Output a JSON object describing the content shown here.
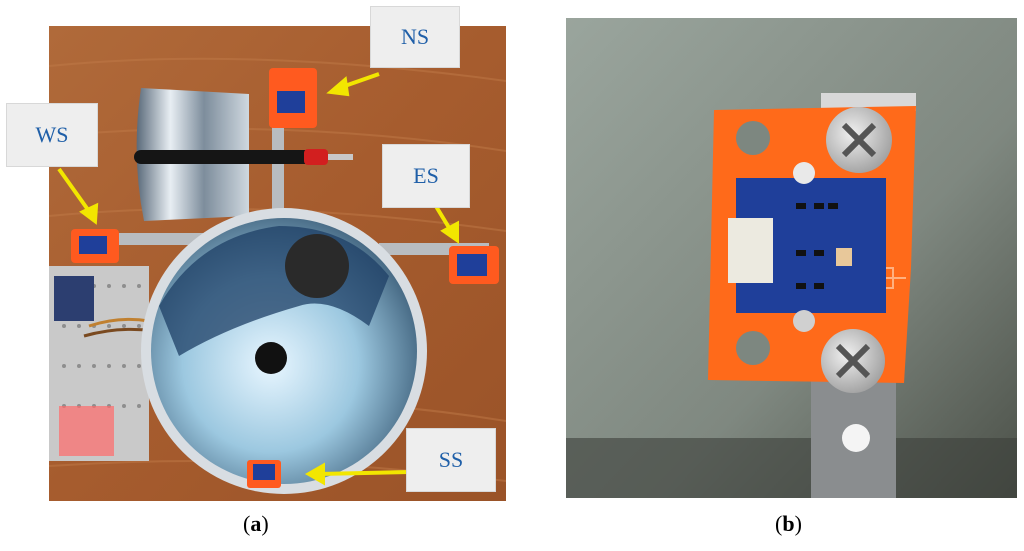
{
  "panel_a": {
    "labels": {
      "ns": "NS",
      "ws": "WS",
      "es": "ES",
      "ss": "SS"
    },
    "caption_open": "(",
    "caption_letter": "a",
    "caption_close": ")"
  },
  "panel_b": {
    "caption_open": "(",
    "caption_letter": "b",
    "caption_close": ")"
  },
  "colors": {
    "label_text": "#1f5fa8",
    "label_bg": "#eeeeee",
    "arrow": "#f2e600",
    "sensor_board": "#ff5a1f",
    "pcb_blue": "#1f3f9a"
  }
}
